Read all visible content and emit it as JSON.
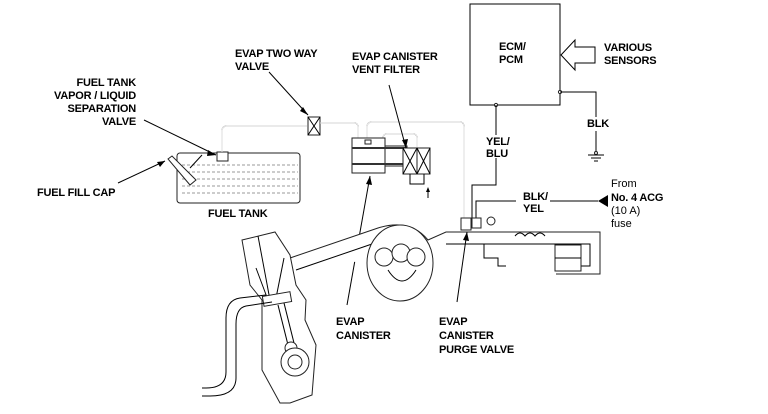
{
  "diagram": {
    "title": "EVAP system layout",
    "components": {
      "ecm": [
        "ECM/",
        "PCM"
      ],
      "sensors": [
        "VARIOUS",
        "SENSORS"
      ],
      "fuel_tank_valve": [
        "FUEL TANK",
        "VAPOR / LIQUID",
        "SEPARATION",
        "VALVE"
      ],
      "two_way_valve": [
        "EVAP TWO WAY",
        "VALVE"
      ],
      "vent_filter": [
        "EVAP CANISTER",
        "VENT FILTER"
      ],
      "fuel_fill_cap": "FUEL FILL CAP",
      "fuel_tank": "FUEL TANK",
      "canister": [
        "EVAP",
        "CANISTER"
      ],
      "purge_valve": [
        "EVAP",
        "CANISTER",
        "PURGE VALVE"
      ]
    },
    "wires": {
      "yel_blu": [
        "YEL/",
        "BLU"
      ],
      "blk": "BLK",
      "blk_yel": [
        "BLK/",
        "YEL"
      ]
    },
    "fuse_source": [
      "From",
      "No. 4 ACG",
      "(10 A)",
      "fuse"
    ]
  }
}
